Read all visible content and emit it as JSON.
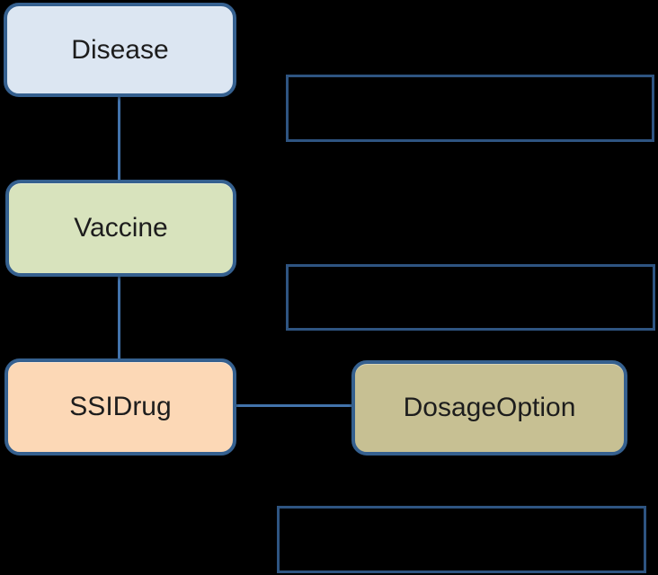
{
  "diagram": {
    "background_color": "#000000",
    "colors": {
      "node_border": "#35608f",
      "connector": "#4273ab",
      "annotation_border": "#2e5481",
      "label_text": "#1d1d1d"
    },
    "nodes": {
      "disease": {
        "label": "Disease",
        "fill": "#dce6f2"
      },
      "vaccine": {
        "label": "Vaccine",
        "fill": "#d8e3bd"
      },
      "ssidrug": {
        "label": "SSIDrug",
        "fill": "#fcd8b6"
      },
      "dosageoption": {
        "label": "DosageOption",
        "fill": "#c7c093"
      }
    },
    "connectors": [
      {
        "from": "disease",
        "to": "vaccine",
        "orientation": "vertical"
      },
      {
        "from": "vaccine",
        "to": "ssidrug",
        "orientation": "vertical"
      },
      {
        "from": "ssidrug",
        "to": "dosageoption",
        "orientation": "horizontal"
      }
    ],
    "annotations": [
      {
        "label": ""
      },
      {
        "label": ""
      },
      {
        "label": ""
      }
    ]
  }
}
